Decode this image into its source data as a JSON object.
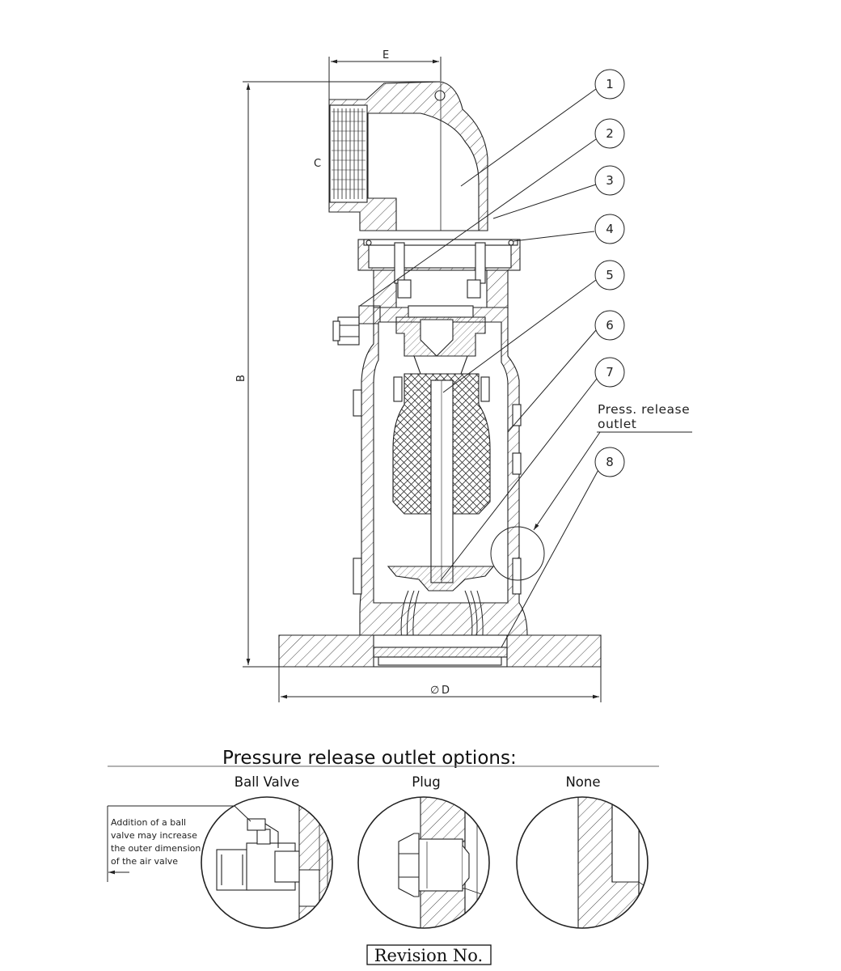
{
  "dimensions": {
    "e": "E",
    "c": "C",
    "b": "B",
    "d": "D",
    "diameter_symbol": "∅"
  },
  "balloons": [
    "1",
    "2",
    "3",
    "4",
    "5",
    "6",
    "7",
    "8"
  ],
  "press_release_note": [
    "Press. release",
    "outlet"
  ],
  "options": {
    "title": "Pressure release outlet options:",
    "ball_valve": "Ball Valve",
    "plug": "Plug",
    "none": "None",
    "ball_valve_note": [
      "Addition of a ball",
      "valve may increase",
      "the outer dimension",
      "of the air valve"
    ]
  },
  "revision": "Revision No."
}
